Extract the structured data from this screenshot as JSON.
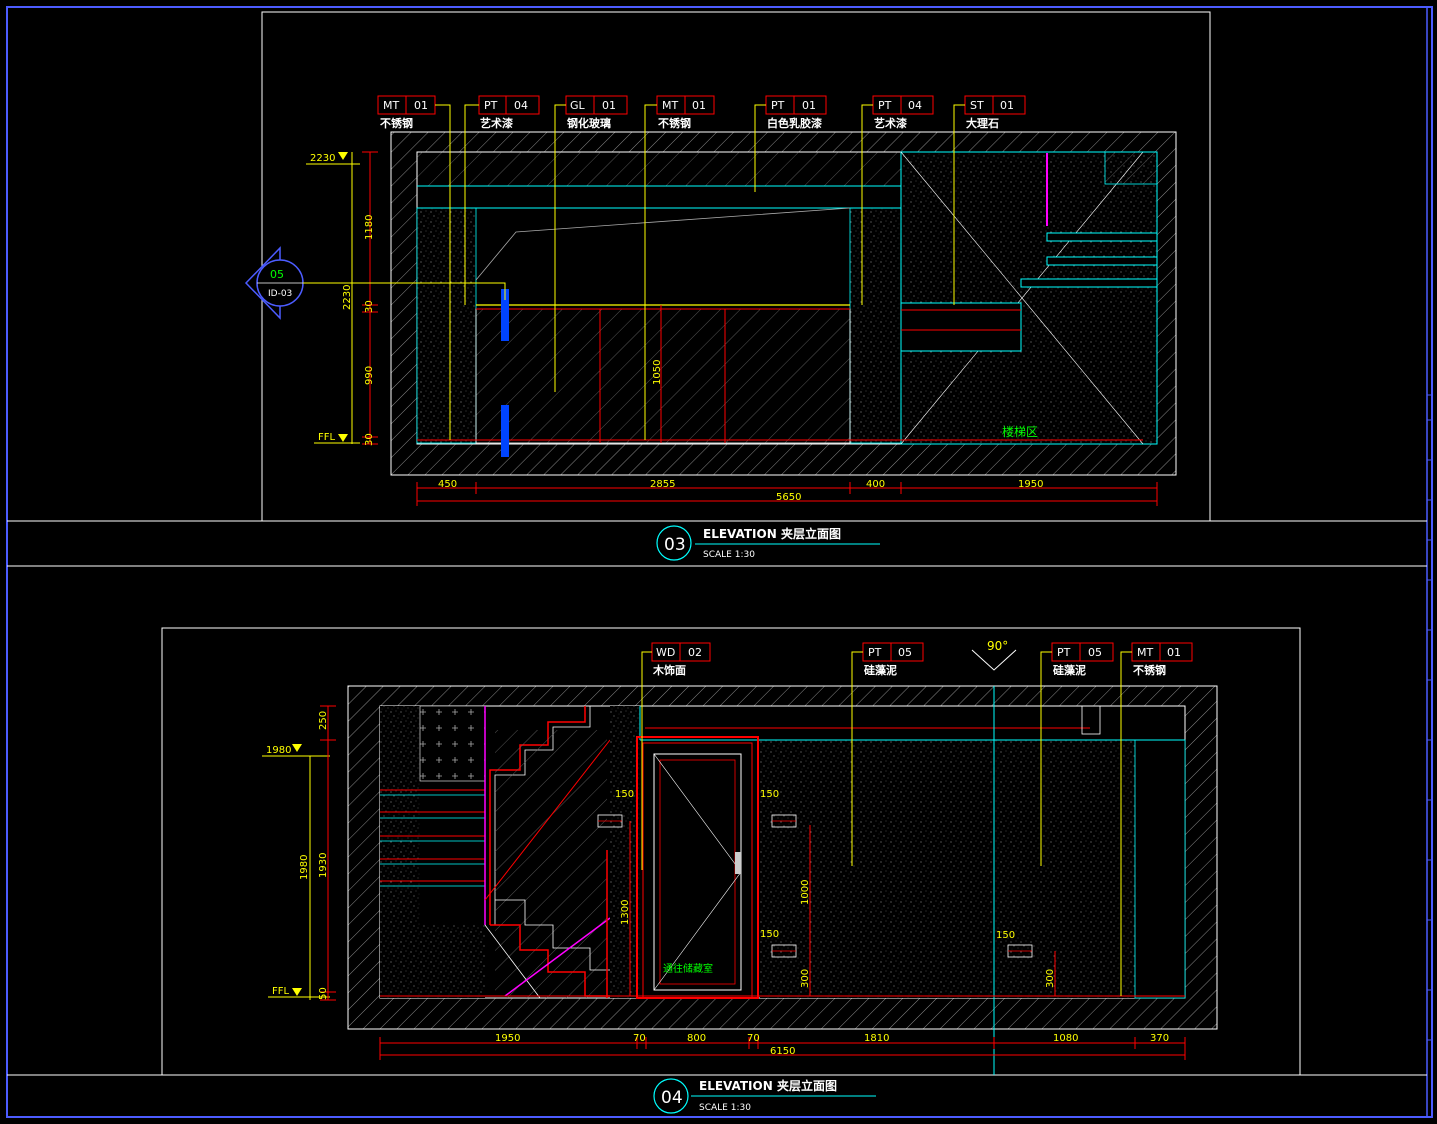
{
  "colors": {
    "frame": "#4c5cff",
    "yellow": "#ffff00",
    "red": "#ff0000",
    "cyan": "#00ffff",
    "white": "#ffffff",
    "green": "#00ff00",
    "blue": "#0044ff",
    "magenta": "#ff00ff",
    "grey": "#8a8a8a"
  },
  "elev03": {
    "number": "03",
    "title": "ELEVATION 夹层立面图",
    "scale": "SCALE  1:30",
    "tags": [
      {
        "code": "MT",
        "num": "01",
        "name": "不锈钢"
      },
      {
        "code": "PT",
        "num": "04",
        "name": "艺术漆"
      },
      {
        "code": "GL",
        "num": "01",
        "name": "钢化玻璃"
      },
      {
        "code": "MT",
        "num": "01",
        "name": "不锈钢"
      },
      {
        "code": "PT",
        "num": "01",
        "name": "白色乳胶漆"
      },
      {
        "code": "PT",
        "num": "04",
        "name": "艺术漆"
      },
      {
        "code": "ST",
        "num": "01",
        "name": "大理石"
      }
    ],
    "level_top": "2230",
    "level_ffl": "FFL",
    "vert_dims": [
      "1180",
      "2230",
      "30",
      "990",
      "30"
    ],
    "inner_dim": "1050",
    "detail_num": "05",
    "detail_ref": "ID-03",
    "zone_label": "楼梯区",
    "horiz_dims": [
      "450",
      "2855",
      "400",
      "1950"
    ],
    "total_dim": "5650"
  },
  "elev04": {
    "number": "04",
    "title": "ELEVATION 夹层立面图",
    "scale": "SCALE  1:30",
    "tags": [
      {
        "code": "WD",
        "num": "02",
        "name": "木饰面"
      },
      {
        "code": "PT",
        "num": "05",
        "name": "硅藻泥"
      },
      {
        "code": "PT",
        "num": "05",
        "name": "硅藻泥"
      },
      {
        "code": "MT",
        "num": "01",
        "name": "不锈钢"
      }
    ],
    "angle": "90°",
    "level_top": "1980",
    "level_ffl": "FFL",
    "vert_dims": [
      "250",
      "1980",
      "1930",
      "50"
    ],
    "socket_dims": [
      "150",
      "150",
      "150",
      "150"
    ],
    "height_dims": [
      "1300",
      "1000",
      "300",
      "300"
    ],
    "door_label": "通往储藏室",
    "horiz_dims": [
      "1950",
      "70",
      "800",
      "70",
      "1810",
      "1080",
      "370"
    ],
    "total_dim": "6150"
  }
}
